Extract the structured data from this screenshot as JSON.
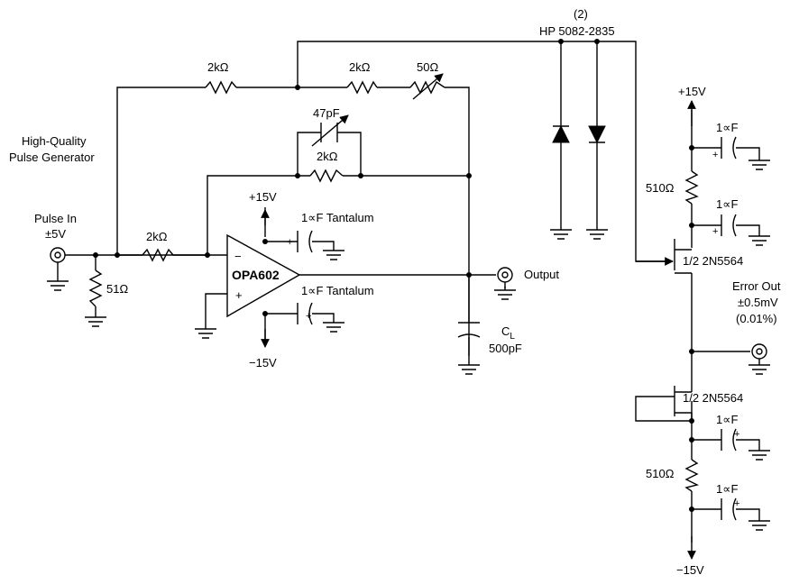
{
  "labels": {
    "generator_title": [
      "High-Quality",
      "Pulse Generator"
    ],
    "pulse_in": "Pulse In",
    "pulse_in_range": "±5V",
    "r_51": "51Ω",
    "r_in": "2kΩ",
    "r_top_left": "2kΩ",
    "r_top_right": "2kΩ",
    "pot_50": "50Ω",
    "cap_47p": "47pF",
    "r_fb": "2kΩ",
    "opamp_name": "OPA602",
    "opamp_minus": "−",
    "opamp_plus": "+",
    "supply_pos": "+15V",
    "supply_neg": "−15V",
    "cap_tant_top": "1∝F Tantalum",
    "cap_tant_bot": "1∝F Tantalum",
    "cap_polarity": "+",
    "output": "Output",
    "cl_c": "C",
    "cl_sub": "L",
    "cl_value": "500pF",
    "diode_count": "(2)",
    "diode_part": "HP 5082-2835",
    "rail_pos": "+15V",
    "rail_neg": "−15V",
    "cap_1uF_a": "1∝F",
    "cap_1uF_b": "1∝F",
    "cap_1uF_c": "1∝F",
    "cap_1uF_d": "1∝F",
    "r_510_top": "510Ω",
    "r_510_bot": "510Ω",
    "jfet_top": "1/2 2N5564",
    "jfet_bot": "1/2 2N5564",
    "error_out": "Error Out",
    "error_range": "±0.5mV",
    "error_pct": "(0.01%)"
  }
}
